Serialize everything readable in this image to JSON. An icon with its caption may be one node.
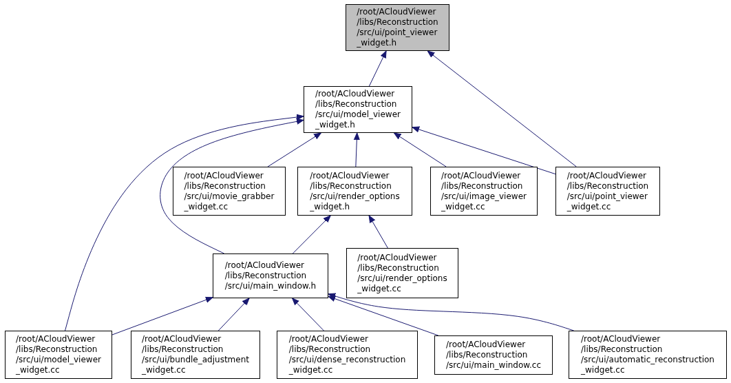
{
  "diagram": {
    "nodes": [
      {
        "text": [
          "/root/ACloudViewer /libs/Reconstruction /src/ui/point_viewer _widget.h"
        ]
      },
      {
        "text": [
          "/root/ACloudViewer /libs/Reconstruction /src/ui/model_viewer _widget.h"
        ]
      },
      {
        "text": [
          "/root/ACloudViewer /libs/Reconstruction /src/ui/movie_grabber _widget.cc"
        ]
      },
      {
        "text": [
          "/root/ACloudViewer /libs/Reconstruction /src/ui/render_options _widget.h"
        ]
      },
      {
        "text": [
          "/root/ACloudViewer /libs/Reconstruction /src/ui/image_viewer _widget.cc"
        ]
      },
      {
        "text": [
          "/root/ACloudViewer /libs/Reconstruction /src/ui/point_viewer _widget.cc"
        ]
      },
      {
        "text": [
          "/root/ACloudViewer /libs/Reconstruction /src/ui/main_window.h"
        ]
      },
      {
        "text": [
          "/root/ACloudViewer /libs/Reconstruction /src/ui/render_options _widget.cc"
        ]
      },
      {
        "text": [
          "/root/ACloudViewer /libs/Reconstruction /src/ui/model_viewer _widget.cc"
        ]
      },
      {
        "text": [
          "/root/ACloudViewer /libs/Reconstruction /src/ui/bundle_adjustment _widget.cc"
        ]
      },
      {
        "text": [
          "/root/ACloudViewer /libs/Reconstruction /src/ui/dense_reconstruction _widget.cc"
        ]
      },
      {
        "text": [
          "/root/ACloudViewer /libs/Reconstruction /src/ui/main_window.cc"
        ]
      },
      {
        "text": [
          "/root/ACloudViewer /libs/Reconstruction /src/ui/automatic_reconstruction _widget.cc"
        ]
      }
    ],
    "edges": [
      {
        "from": 1,
        "to": 0,
        "arrow": "to"
      },
      {
        "from": 5,
        "to": 0,
        "arrow": "to"
      },
      {
        "from": 2,
        "to": 1,
        "arrow": "to"
      },
      {
        "from": 3,
        "to": 1,
        "arrow": "to"
      },
      {
        "from": 4,
        "to": 1,
        "arrow": "to"
      },
      {
        "from": 5,
        "to": 1,
        "arrow": "to"
      },
      {
        "from": 6,
        "to": 1,
        "arrow": "to"
      },
      {
        "from": 8,
        "to": 1,
        "arrow": "to"
      },
      {
        "from": 6,
        "to": 3,
        "arrow": "to"
      },
      {
        "from": 7,
        "to": 3,
        "arrow": "to"
      },
      {
        "from": 8,
        "to": 6,
        "arrow": "to"
      },
      {
        "from": 9,
        "to": 6,
        "arrow": "to"
      },
      {
        "from": 10,
        "to": 6,
        "arrow": "to"
      },
      {
        "from": 11,
        "to": 6,
        "arrow": "to"
      },
      {
        "from": 12,
        "to": 6,
        "arrow": "to"
      }
    ]
  }
}
